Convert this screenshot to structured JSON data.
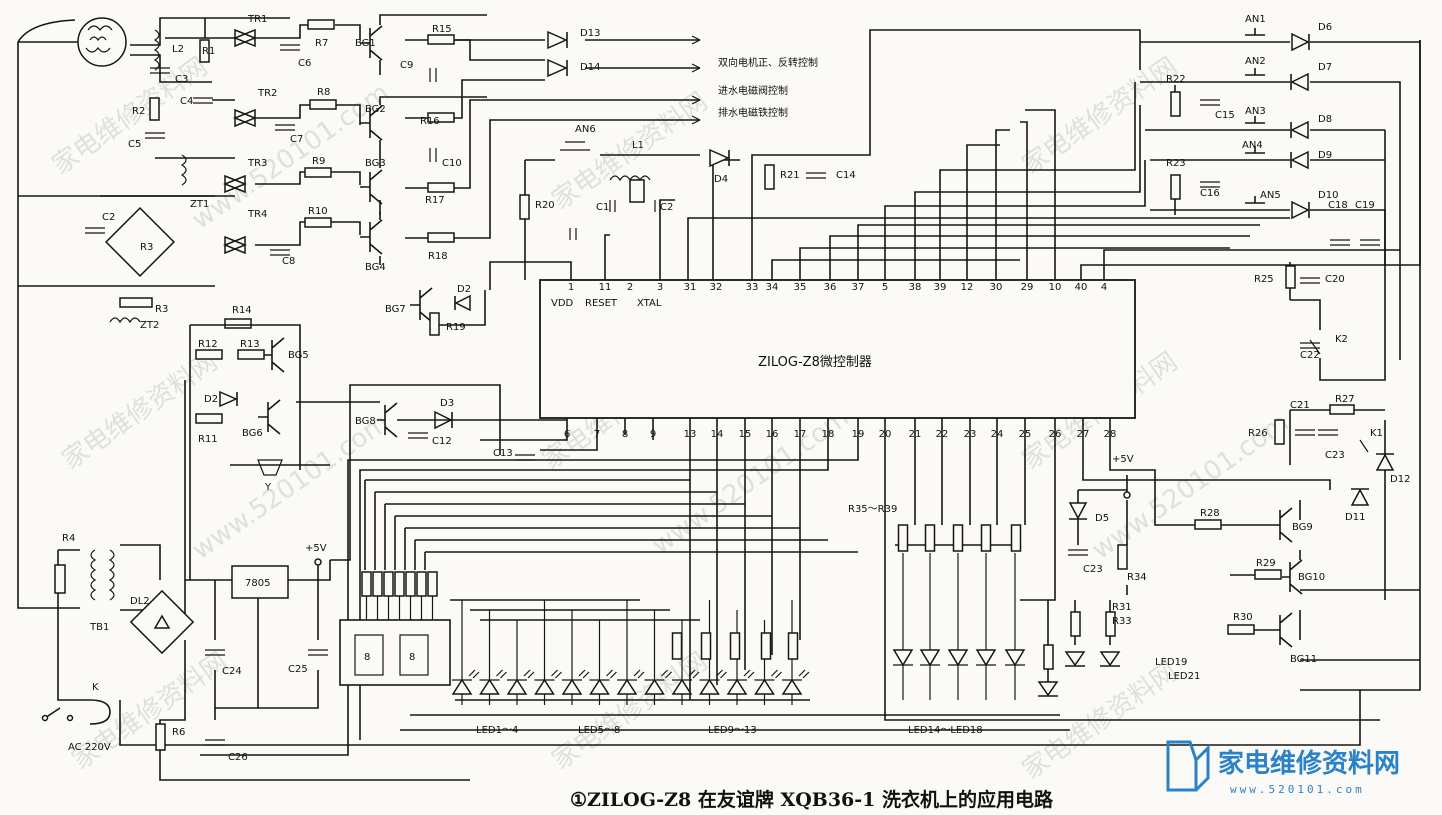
{
  "title": "①ZILOG-Z8 在友谊牌 XQB36-1 洗衣机上的应用电路",
  "mcu": {
    "label": "ZILOG-Z8微控制器",
    "top_pin_names": [
      "VDD",
      "RESET",
      "XTAL"
    ],
    "top_pins": [
      "1",
      "11",
      "2",
      "3",
      "31",
      "32",
      "33",
      "34",
      "35",
      "36",
      "37",
      "5",
      "38",
      "39",
      "12",
      "30",
      "29",
      "10",
      "40",
      "4"
    ],
    "bottom_pins": [
      "6",
      "7",
      "8",
      "9",
      "13",
      "14",
      "15",
      "16",
      "17",
      "18",
      "19",
      "20",
      "21",
      "22",
      "23",
      "24",
      "25",
      "26",
      "27",
      "28"
    ]
  },
  "notes": {
    "motor": "双向电机正、反转控制",
    "inlet": "进水电磁阀控制",
    "drain": "排水电磁铁控制",
    "ac": "AC 220V",
    "plus5v": "+5V",
    "led_groups": [
      "LED1～4",
      "LED5～8",
      "LED9～13",
      "LED14～LED18",
      "LED19",
      "LED21"
    ],
    "res_group": "R35～R39"
  },
  "regulator": "7805",
  "labels": {
    "TR1": "TR1",
    "TR2": "TR2",
    "TR3": "TR3",
    "TR4": "TR4",
    "R1": "R1",
    "R2": "R2",
    "R3a": "R3",
    "R3b": "R3",
    "R4": "R4",
    "R6": "R6",
    "R7": "R7",
    "R8": "R8",
    "R9": "R9",
    "R10": "R10",
    "R11": "R11",
    "R12": "R12",
    "R13": "R13",
    "R14": "R14",
    "R15": "R15",
    "R16": "R16",
    "R17": "R17",
    "R18": "R18",
    "R19": "R19",
    "R20": "R20",
    "R21": "R21",
    "R22": "R22",
    "R23": "R23",
    "R25": "R25",
    "R26": "R26",
    "R27": "R27",
    "R28": "R28",
    "R29": "R29",
    "R30": "R30",
    "R31": "R31",
    "R33": "R33",
    "R34": "R34",
    "C1": "C1",
    "C2": "C2",
    "C3": "C3",
    "C4": "C4",
    "C5": "C5",
    "C6": "C6",
    "C7": "C7",
    "C8": "C8",
    "C9": "C9",
    "C10": "C10",
    "C12": "C12",
    "C13": "C13",
    "C14": "C14",
    "C15": "C15",
    "C16": "C16",
    "C18": "C18",
    "C19": "C19",
    "C20": "C20",
    "C21": "C21",
    "C22": "C22",
    "C23a": "C23",
    "C23b": "C23",
    "C24": "C24",
    "C25": "C25",
    "C26": "C26",
    "L1": "L1",
    "L2": "L2",
    "ZT1": "ZT1",
    "ZT2": "ZT2",
    "TB1": "TB1",
    "DL2": "DL2",
    "K": "K",
    "K1": "K1",
    "K2": "K2",
    "Y": "Y",
    "BG1": "BG1",
    "BG2": "BG2",
    "BG3": "BG3",
    "BG4": "BG4",
    "BG5": "BG5",
    "BG6": "BG6",
    "BG7": "BG7",
    "BG8": "BG8",
    "BG9": "BG9",
    "BG10": "BG10",
    "BG11": "BG11",
    "D2a": "D2",
    "D2b": "D2",
    "D3": "D3",
    "D4": "D4",
    "D5": "D5",
    "D6": "D6",
    "D7": "D7",
    "D8": "D8",
    "D9": "D9",
    "D10": "D10",
    "D11": "D11",
    "D12": "D12",
    "D13": "D13",
    "D14": "D14",
    "AN1": "AN1",
    "AN2": "AN2",
    "AN3": "AN3",
    "AN4": "AN4",
    "AN5": "AN5",
    "AN6": "AN6"
  },
  "display_glyph": "8",
  "watermarks": [
    "家电维修资料网",
    "www.520101.com"
  ],
  "logo": {
    "text": "家电维修资料网",
    "url": "www.520101.com"
  }
}
